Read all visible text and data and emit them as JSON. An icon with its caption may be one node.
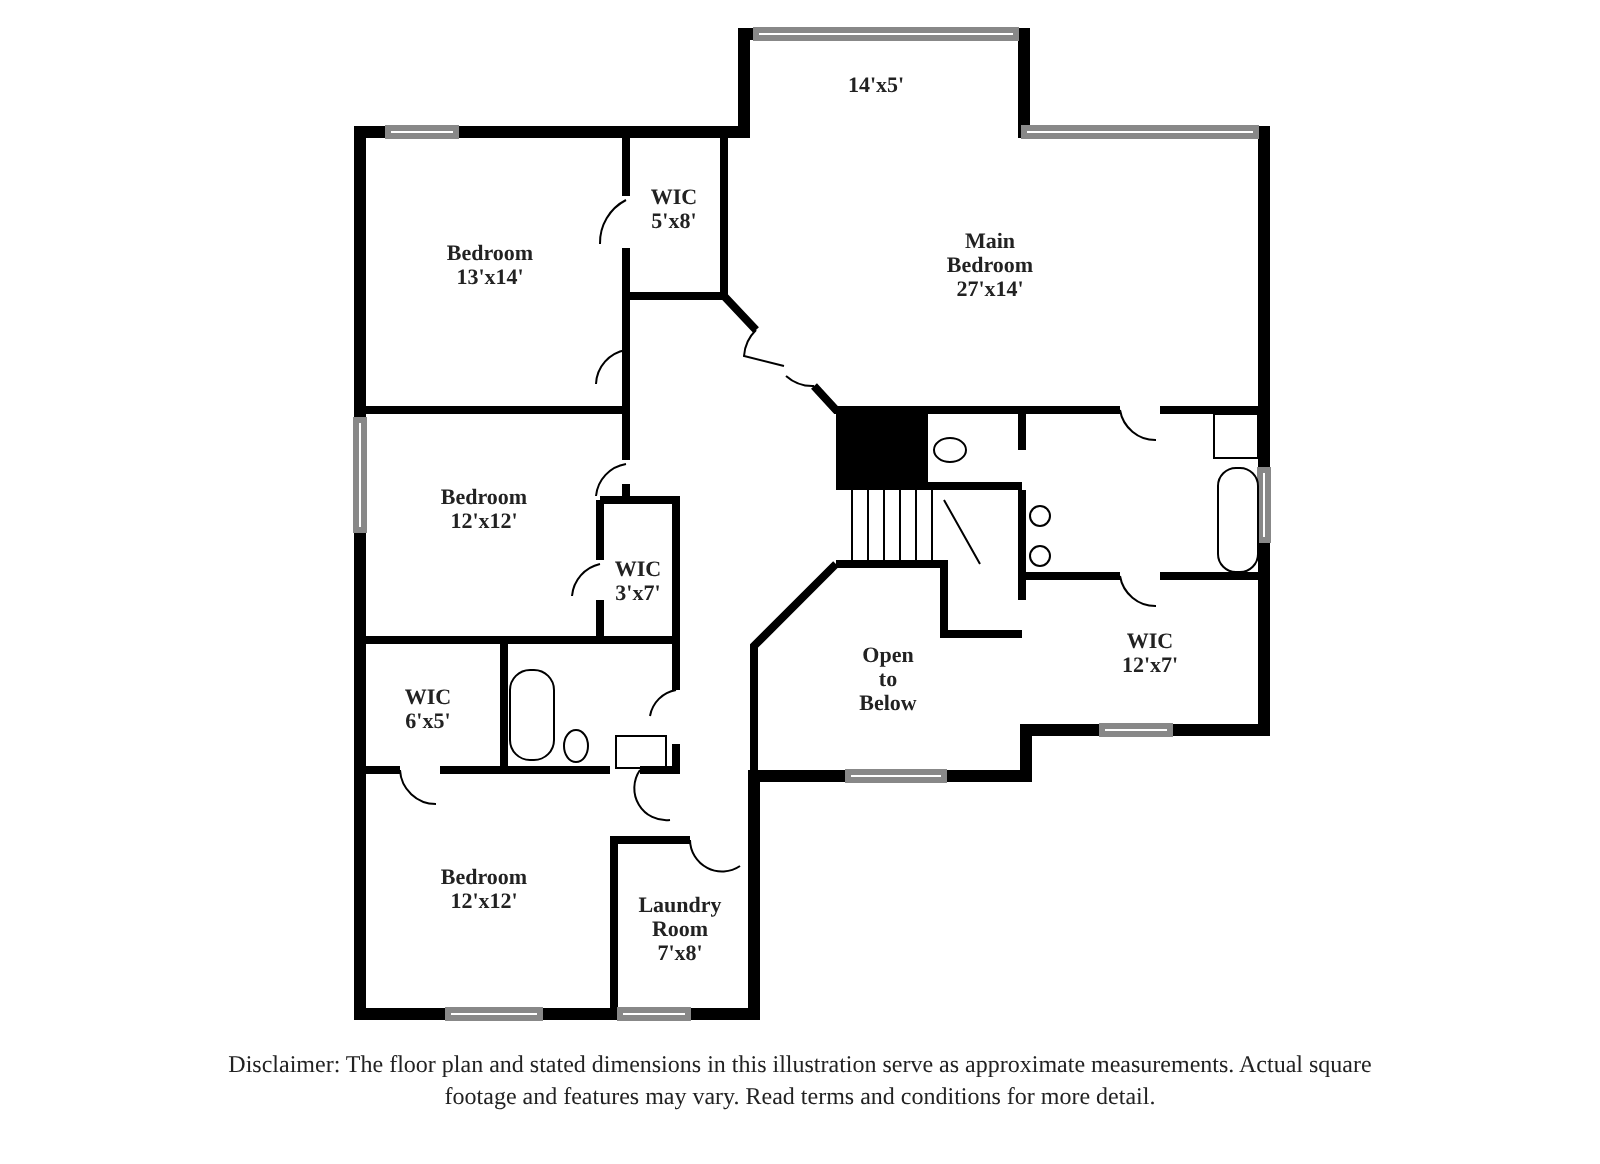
{
  "diagram": {
    "nodes": [
      {
        "text": [
          "14'x5'"
        ]
      },
      {
        "text": [
          "WIC",
          "5'x8'"
        ]
      },
      {
        "text": [
          "Bedroom",
          "13'x14'"
        ]
      },
      {
        "text": [
          "Main Bedroom",
          "27'x14'"
        ]
      },
      {
        "text": [
          "Bedroom",
          "12'x12'"
        ]
      },
      {
        "text": [
          "WIC",
          "3'x7'"
        ]
      },
      {
        "text": [
          "Open to Below"
        ]
      },
      {
        "text": [
          "WIC",
          "12'x7'"
        ]
      },
      {
        "text": [
          "WIC",
          "6'x5'"
        ]
      },
      {
        "text": [
          "Bedroom",
          "12'x12'"
        ]
      },
      {
        "text": [
          "Laundry Room",
          "7'x8'"
        ]
      }
    ],
    "caption": "Disclaimer: The floor plan and stated dimensions in this illustration serve as approximate measurements. Actual square footage and features may vary. Read terms and conditions for more detail."
  }
}
